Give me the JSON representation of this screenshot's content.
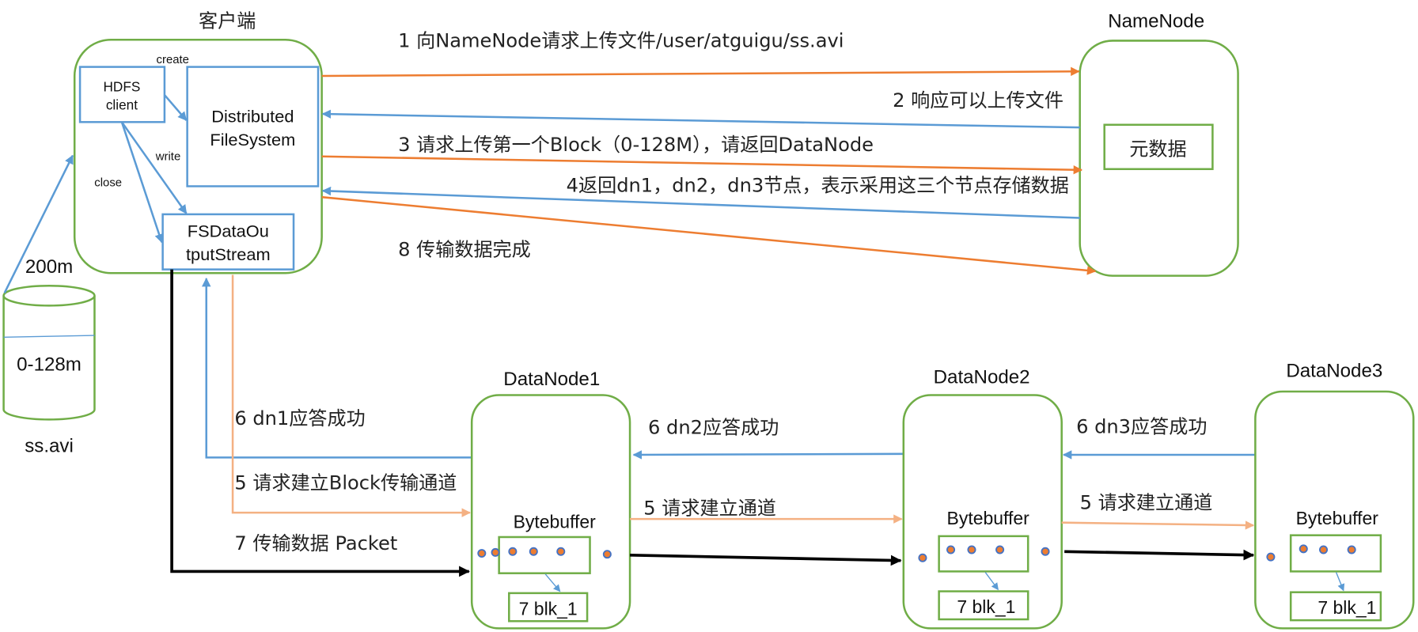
{
  "colors": {
    "node_border": "#70ad47",
    "component_border": "#5b9bd5",
    "request_arrow": "#ed7d31",
    "response_arrow": "#5b9bd5",
    "pipeline_arrow": "#f4b183",
    "data_arrow": "#000000"
  },
  "client": {
    "title": "客户端",
    "hdfs_client": [
      "HDFS",
      "client"
    ],
    "distributed_fs": [
      "Distributed",
      "FileSystem"
    ],
    "fs_output_stream": [
      "FSDataOu",
      "tputStream"
    ],
    "labels": {
      "create": "create",
      "write": "write",
      "close": "close"
    }
  },
  "file": {
    "size": "200m",
    "block_range": "0-128m",
    "name": "ss.avi"
  },
  "namenode": {
    "title": "NameNode",
    "metadata": "元数据"
  },
  "steps": {
    "s1": "1 向NameNode请求上传文件/user/atguigu/ss.avi",
    "s2": "2 响应可以上传文件",
    "s3": "3 请求上传第一个Block（0-128M），请返回DataNode",
    "s4": "4返回dn1，dn2，dn3节点，表示采用这三个节点存储数据",
    "s8": "8 传输数据完成",
    "s6_dn1": "6 dn1应答成功",
    "s5_client": "5 请求建立Block传输通道",
    "s7": "7 传输数据  Packet",
    "s6_dn2": "6 dn2应答成功",
    "s5_dn1": "5 请求建立通道",
    "s6_dn3": "6 dn3应答成功",
    "s5_dn2": "5 请求建立通道"
  },
  "datanodes": [
    {
      "title": "DataNode1",
      "buffer": "Bytebuffer",
      "block": "7 blk_1"
    },
    {
      "title": "DataNode2",
      "buffer": "Bytebuffer",
      "block": "7 blk_1"
    },
    {
      "title": "DataNode3",
      "buffer": "Bytebuffer",
      "block": "7 blk_1"
    }
  ]
}
